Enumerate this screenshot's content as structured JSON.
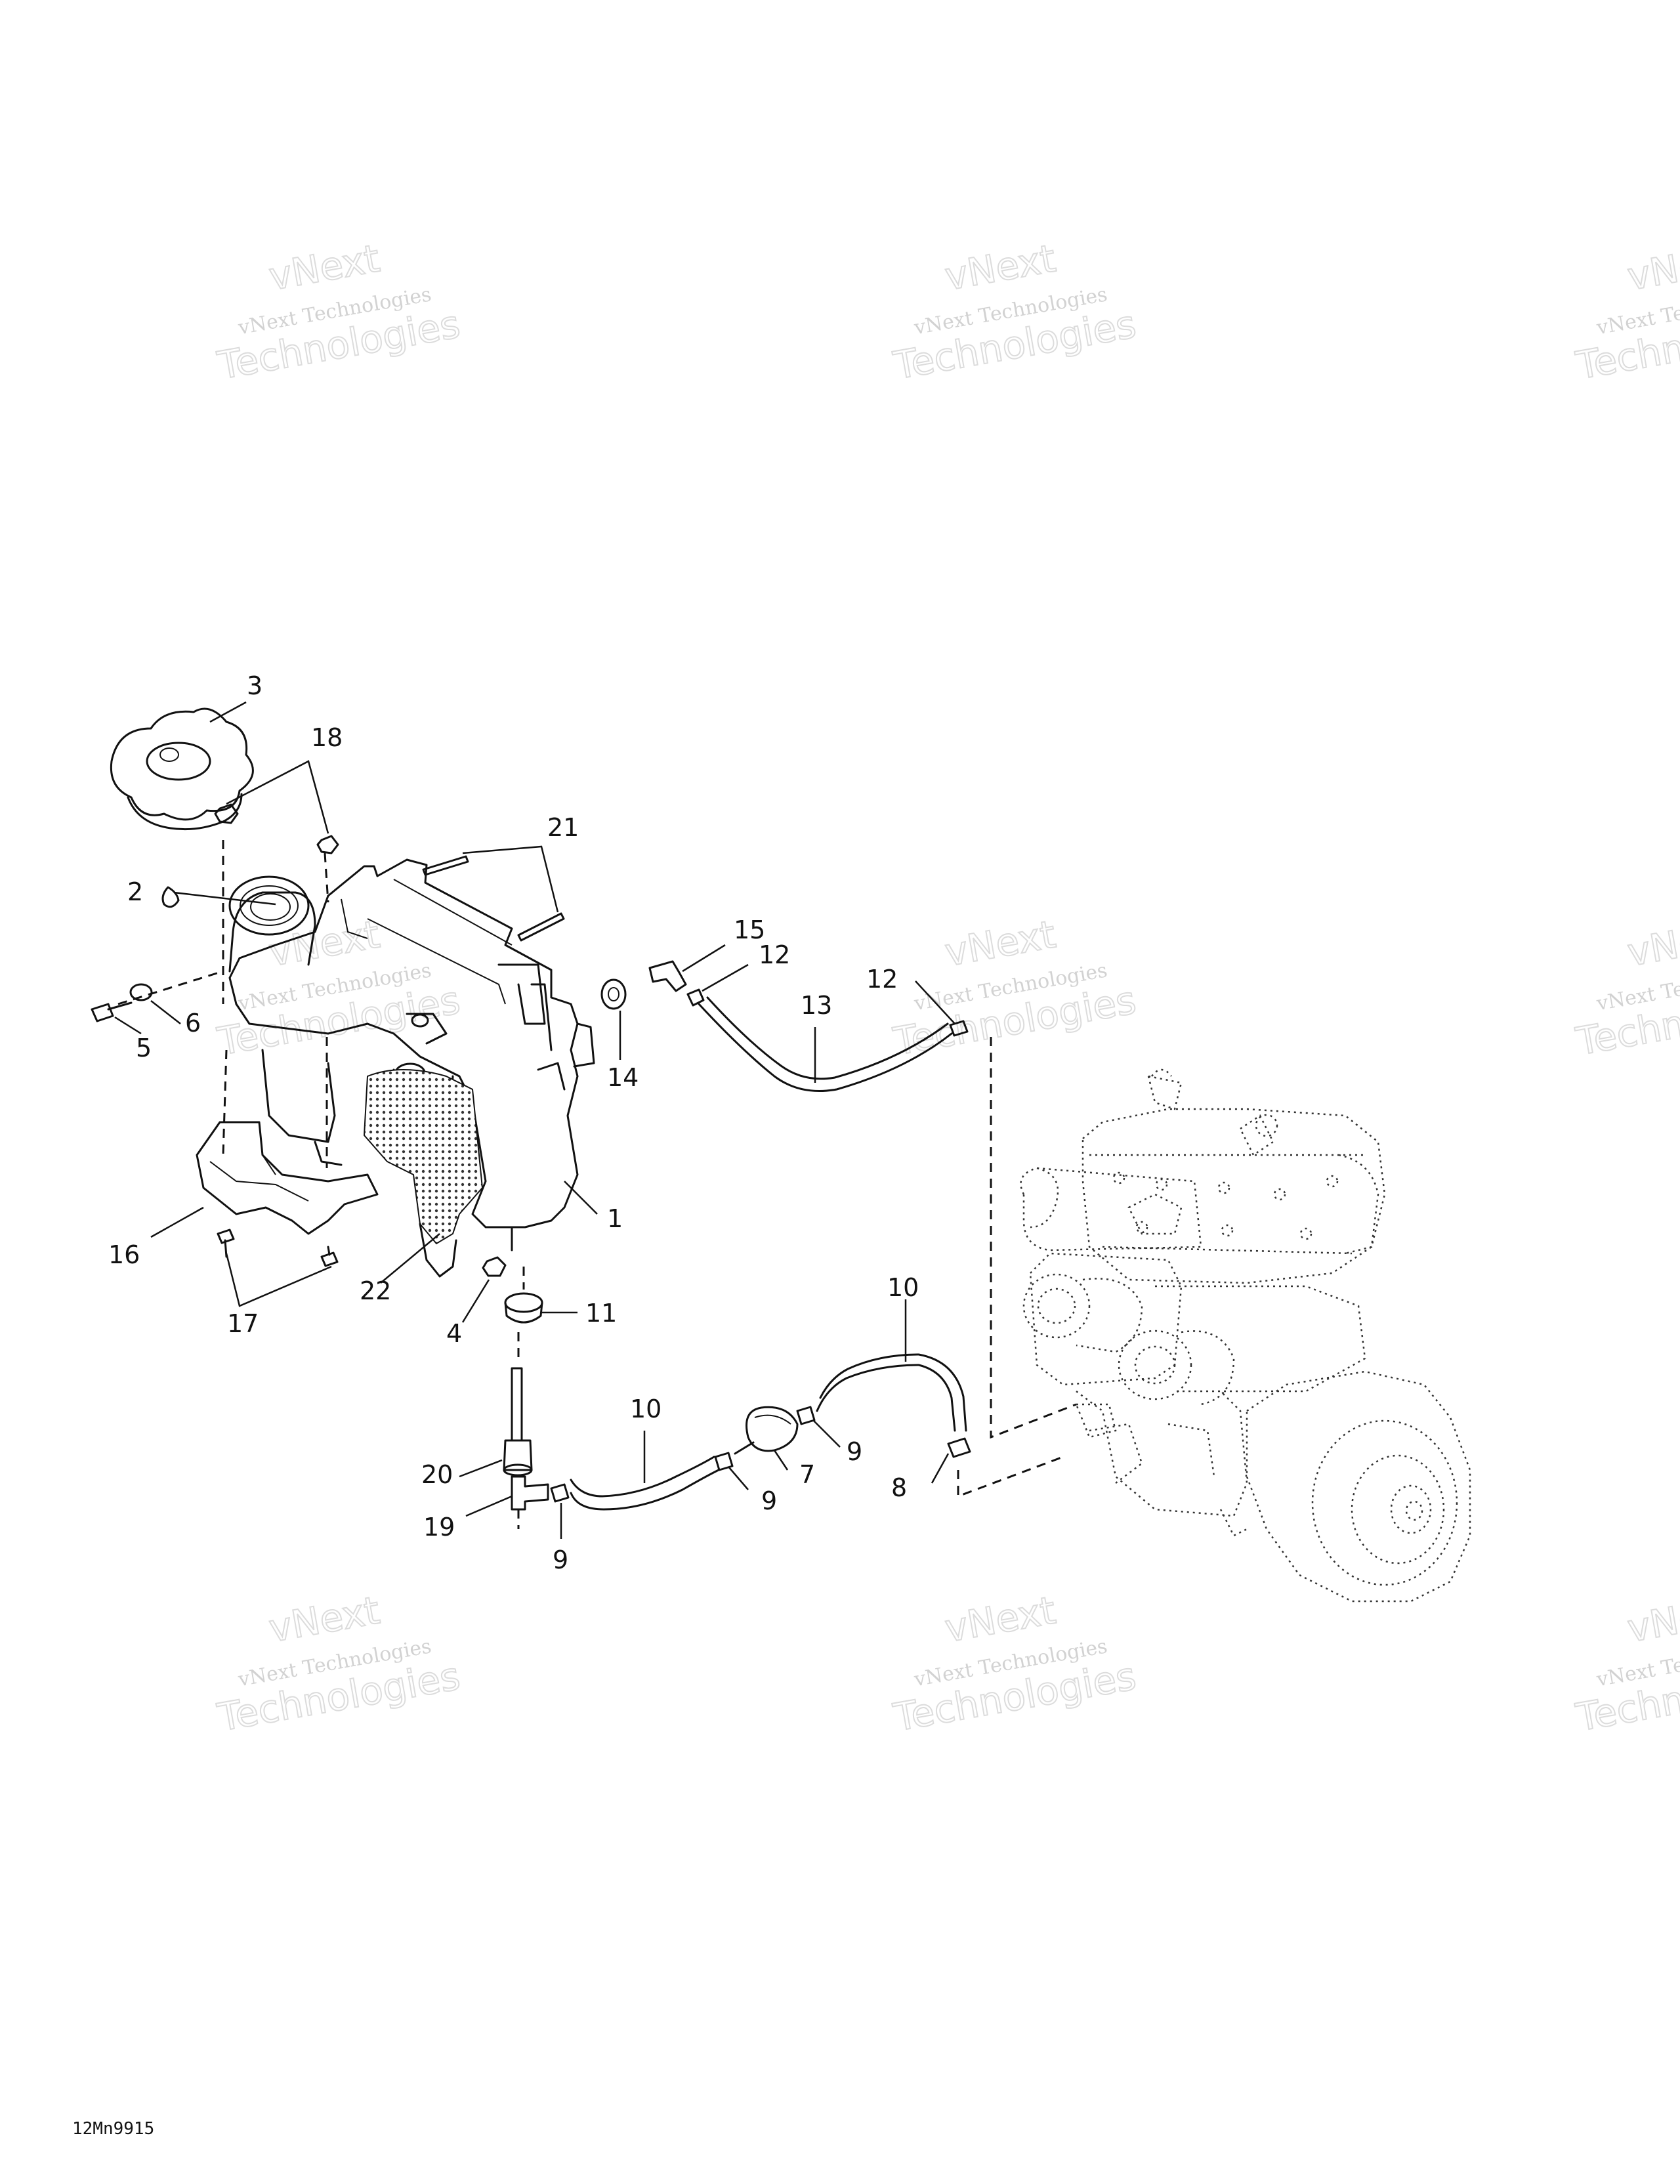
{
  "watermark": {
    "line1": "vNext",
    "line2": "vNext Technologies",
    "line3": "Technologies"
  },
  "callouts": {
    "c1": "1",
    "c2": "2",
    "c3": "3",
    "c4": "4",
    "c5": "5",
    "c6": "6",
    "c7": "7",
    "c8": "8",
    "c9a": "9",
    "c9b": "9",
    "c9c": "9",
    "c10a": "10",
    "c10b": "10",
    "c11": "11",
    "c12a": "12",
    "c12b": "12",
    "c13": "13",
    "c14": "14",
    "c15": "15",
    "c16": "16",
    "c17": "17",
    "c18": "18",
    "c19": "19",
    "c20": "20",
    "c21": "21",
    "c22": "22"
  },
  "figure_code": "12Mn9915"
}
